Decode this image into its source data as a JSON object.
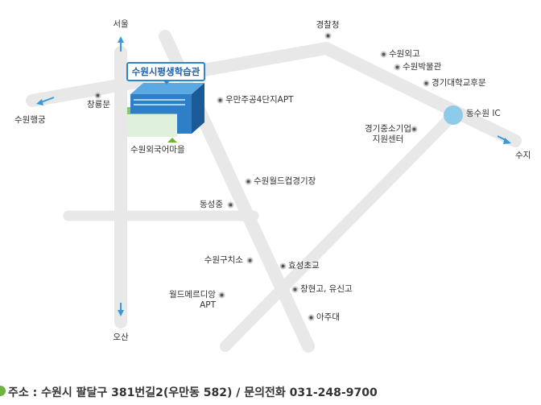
{
  "callout": {
    "title": "수원시평생학습관"
  },
  "places": [
    {
      "id": "seoul",
      "label": "서울"
    },
    {
      "id": "suwon-haenggung",
      "label": "수원행궁"
    },
    {
      "id": "changnyongmun",
      "label": "창룡문"
    },
    {
      "id": "oegukeo-maeul",
      "label": "수원외국어마을"
    },
    {
      "id": "dongseongjung",
      "label": "동성중"
    },
    {
      "id": "suwon-guchiso",
      "label": "수원구치소"
    },
    {
      "id": "world-meridian",
      "label": "월드메르디앙\nAPT"
    },
    {
      "id": "osan",
      "label": "오산"
    },
    {
      "id": "gyeongchalcheong",
      "label": "경찰청"
    },
    {
      "id": "suwon-oego",
      "label": "수원외고"
    },
    {
      "id": "suwon-museum",
      "label": "수원박물관"
    },
    {
      "id": "kyonggi-univ",
      "label": "경기대학교후문"
    },
    {
      "id": "dongsuwon-ic",
      "label": "동수원 IC"
    },
    {
      "id": "suji",
      "label": "수지"
    },
    {
      "id": "gyeonggi-sme",
      "label": "경기중소기업\n지원센터"
    },
    {
      "id": "umanjugong",
      "label": "우만주공4단지APT"
    },
    {
      "id": "world-cup",
      "label": "수원월드컵경기장"
    },
    {
      "id": "hyoseong",
      "label": "효성초교"
    },
    {
      "id": "changhyeon",
      "label": "창현고, 유신고"
    },
    {
      "id": "ajou",
      "label": "아주대"
    }
  ],
  "footer": {
    "text": "주소 : 수원시 팔달구 381번길2(우만동 582) / 문의전화 031-248-9700"
  },
  "colors": {
    "road": "#e8e8e8",
    "arrow": "#3a9ad9",
    "accent": "#2e86c9",
    "ic_circle": "#8ecae9",
    "footer_icon": "#6fb33f",
    "building_front": "#2f7fc7",
    "building_side": "#1a5a96",
    "building_top": "#5aa9e3",
    "green_strip": "#8cc66b",
    "ground": "#dff0dc"
  }
}
